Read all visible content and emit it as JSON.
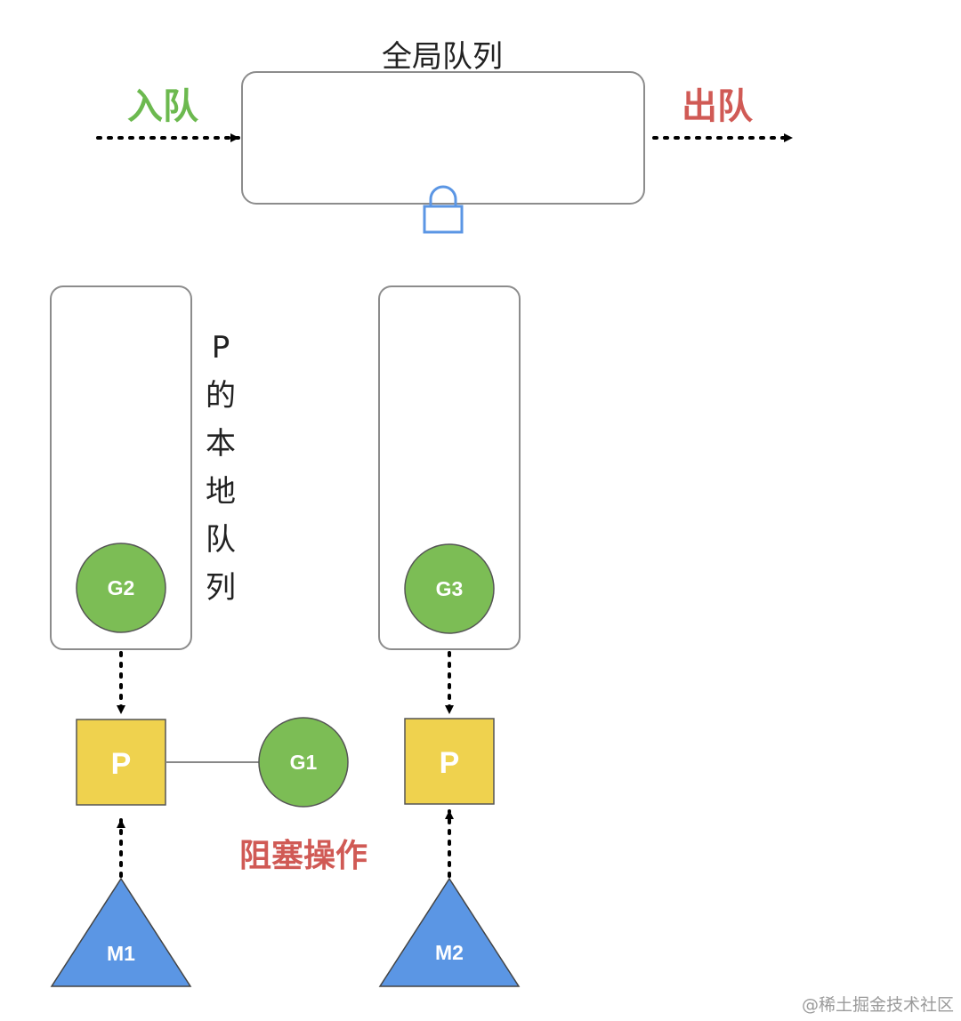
{
  "global_queue": {
    "title": "全局队列",
    "enqueue_label": "入队",
    "dequeue_label": "出队"
  },
  "local_queue_label": [
    "P",
    "的",
    "本",
    "地",
    "队",
    "列"
  ],
  "left_column": {
    "queued_goroutine": "G2",
    "processor": "P",
    "machine": "M1",
    "running_goroutine": "G1",
    "blocking_label": "阻塞操作"
  },
  "right_column": {
    "queued_goroutine": "G3",
    "processor": "P",
    "machine": "M2"
  },
  "watermark": "@稀土掘金技术社区",
  "colors": {
    "enqueue": "#6cb94f",
    "dequeue": "#d05a55",
    "blocking": "#d05a55",
    "goroutine_fill": "#7cbd55",
    "processor_fill": "#efd24e",
    "machine_fill": "#5b96e4",
    "lock": "#5b96e4",
    "box_stroke": "#8c8c8c"
  }
}
